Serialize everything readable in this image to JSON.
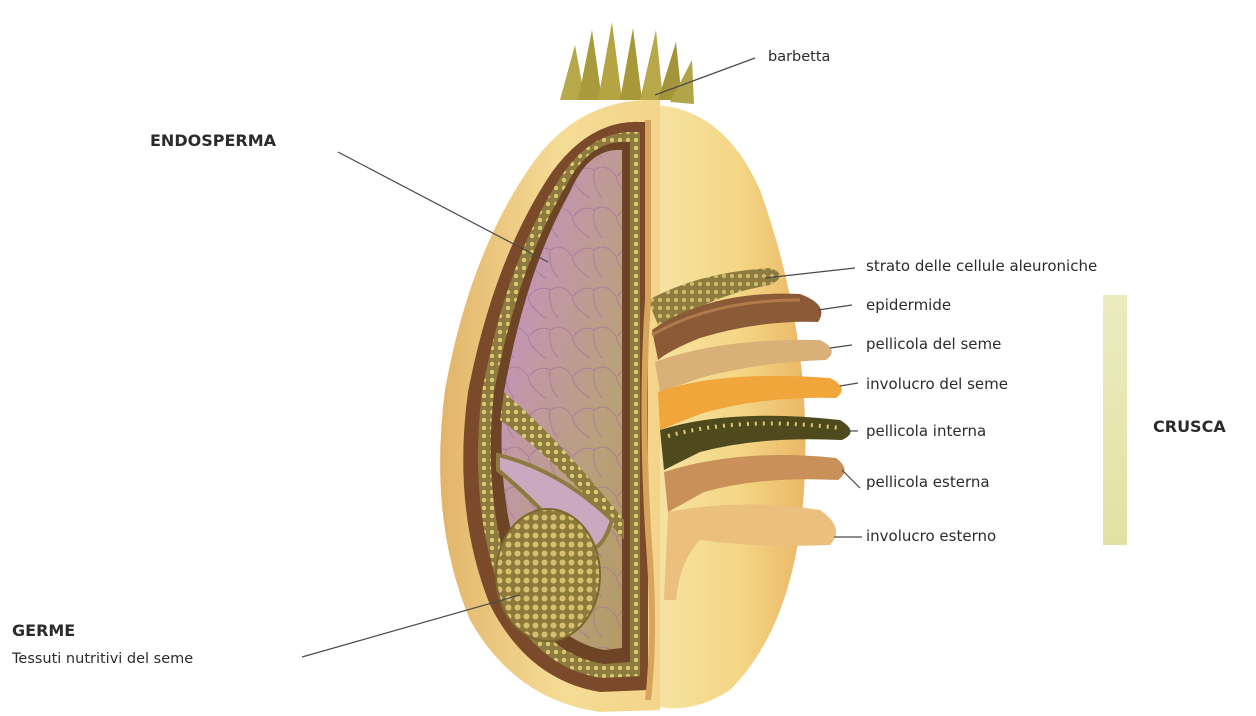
{
  "labels": {
    "endosperma": "ENDOSPERMA",
    "barbetta": "barbetta",
    "germe_title": "GERME",
    "germe_sub": "Tessuti nutritivi del seme",
    "crusca": "CRUSCA",
    "layers": [
      "strato delle cellule aleuroniche",
      "epidermide",
      "pellicola del seme",
      "involucro del seme",
      "pellicola interna",
      "pellicola esterna",
      "involucro esterno"
    ]
  },
  "colors": {
    "husk": "#e9c27e",
    "husk_light": "#f6e4a6",
    "brown_layer": "#7a4a2a",
    "aleurone": "#8c7a3e",
    "endosperm": "#c58ac9",
    "germ": "#9e8a4a",
    "orange_layer": "#f0a63a",
    "crusca_bar": "#e8e6b0"
  },
  "icons": {
    "kernel": "wheat-kernel-cross-section"
  }
}
